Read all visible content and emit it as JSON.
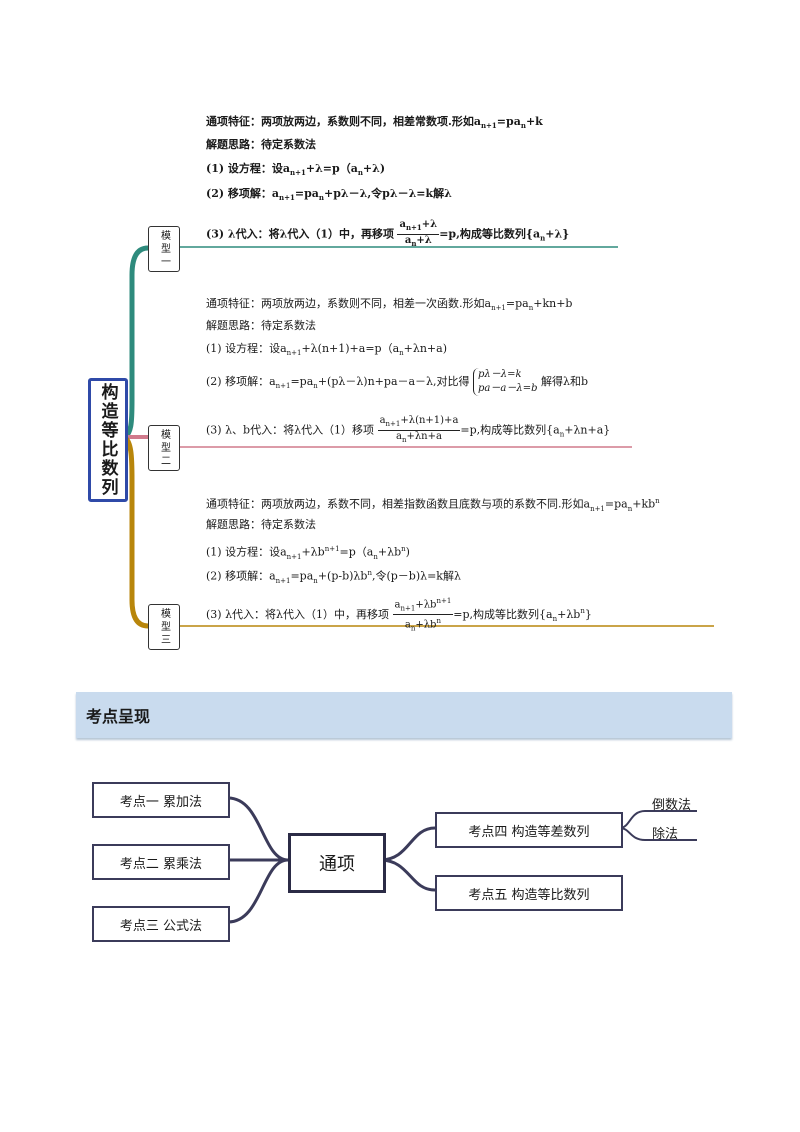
{
  "mindmap_top": {
    "root_label": "构造等比数列",
    "models": [
      {
        "label": "模型一",
        "line1": "通项特征：两项放两边，系数则不同，相差常数项.形如a",
        "line1_sub": "n+1",
        "line1_tail": "=pa",
        "line1_sub2": "n",
        "line1_end": "+k",
        "line2": "解题思路：待定系数法",
        "line3": "(1) 设方程：设a",
        "line3_sub": "n+1",
        "line3_tail": "+λ=p（a",
        "line3_sub2": "n",
        "line3_end": "+λ)",
        "line4": "(2) 移项解：a",
        "line4_sub": "n+1",
        "line4_tail": "=pa",
        "line4_sub2": "n",
        "line4_end": "+pλ－λ,令pλ－λ=k解λ",
        "line5": "(3) λ代入：将λ代入（1）中，再移项",
        "line5_num": "a",
        "line5_num_sub": "n+1",
        "line5_num_tail": "+λ",
        "line5_den": "a",
        "line5_den_sub": "n",
        "line5_den_tail": "+λ",
        "line5_end": "=p,构成等比数列{a",
        "line5_end_sub": "n",
        "line5_end_tail": "+λ}"
      },
      {
        "label": "模型二",
        "line1": "通项特征：两项放两边，系数则不同，相差一次函数.形如a",
        "line1_sub": "n+1",
        "line1_tail": "=pa",
        "line1_sub2": "n",
        "line1_end": "+kn+b",
        "line2": "解题思路：待定系数法",
        "line3": "(1) 设方程：设a",
        "line3_sub": "n+1",
        "line3_tail": "+λ(n+1)+a=p（a",
        "line3_sub2": "n",
        "line3_end": "+λn+a)",
        "line4": "(2) 移项解：a",
        "line4_sub": "n+1",
        "line4_tail": "=pa",
        "line4_sub2": "n",
        "line4_end": "+(pλ－λ)n+pa－a－λ,对比得",
        "line4_brace1": "pλ－λ=k",
        "line4_brace2": "pa－a－λ=b",
        "line4_after": "解得λ和b",
        "line5": "(3) λ、b代入：将λ代入（1）移项",
        "line5_num": "a",
        "line5_num_sub": "n+1",
        "line5_num_tail": "+λ(n+1)+a",
        "line5_den": "a",
        "line5_den_sub": "n",
        "line5_den_tail": "+λn+a",
        "line5_end": "=p,构成等比数列{a",
        "line5_end_sub": "n",
        "line5_end_tail": "+λn+a}"
      },
      {
        "label": "模型三",
        "line1": "通项特征：两项放两边，系数不同，相差指数函数且底数与项的系数不同.形如a",
        "line1_sub": "n+1",
        "line1_tail": "=pa",
        "line1_sub2": "n",
        "line1_end": "+kb",
        "line1_sup": "n",
        "line2": "解题思路：待定系数法",
        "line3": "(1) 设方程：设a",
        "line3_sub": "n+1",
        "line3_tail": "+λb",
        "line3_sup": "n+1",
        "line3_end": "=p（a",
        "line3_sub2": "n",
        "line3_end2": "+λb",
        "line3_sup2": "n",
        "line3_close": ")",
        "line4": "(2) 移项解：a",
        "line4_sub": "n+1",
        "line4_tail": "=pa",
        "line4_sub2": "n",
        "line4_end": "+(p-b)λb",
        "line4_sup": "n",
        "line4_after": ",令(p－b)λ=k解λ",
        "line5": "(3) λ代入：将λ代入（1）中，再移项",
        "line5_num": "a",
        "line5_num_sub": "n+1",
        "line5_num_tail": "+λb",
        "line5_num_sup": "n+1",
        "line5_den": "a",
        "line5_den_sub": "n",
        "line5_den_tail": "+λb",
        "line5_den_sup": "n",
        "line5_end": "=p,构成等比数列{a",
        "line5_end_sub": "n",
        "line5_end_tail": "+λb",
        "line5_end_sup": "n",
        "line5_close": "}"
      }
    ],
    "colors": {
      "root_border": "#2f4aa8",
      "model1": "#2e8b7d",
      "model2": "#d07a8c",
      "model3": "#b8860b"
    }
  },
  "section": {
    "title": "考点呈现"
  },
  "mindmap_bottom": {
    "center": "通项",
    "left_nodes": [
      "考点一  累加法",
      "考点二  累乘法",
      "考点三  公式法"
    ],
    "right_nodes": [
      "考点四  构造等差数列",
      "考点五  构造等比数列"
    ],
    "leaves": [
      "倒数法",
      "除法"
    ],
    "colors": {
      "connector": "#3b3b5a"
    }
  }
}
